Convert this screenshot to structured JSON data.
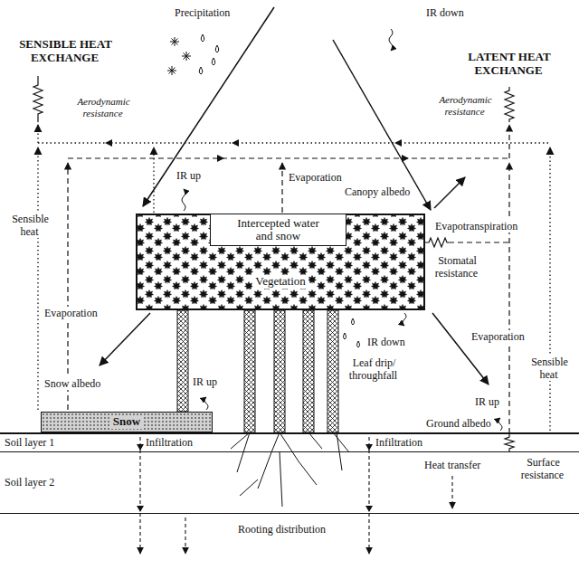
{
  "diagram": {
    "nodes": [
      {
        "text": [
          "Vegetation"
        ]
      },
      {
        "text": [
          "Intercepted water and snow"
        ],
        "in": 0
      },
      {
        "text": [
          "Snow"
        ]
      },
      {
        "text": [
          "Soil layer 1"
        ]
      },
      {
        "text": [
          "Soil layer 2"
        ]
      }
    ],
    "labels": [
      "Precipitation",
      "IR down",
      "SENSIBLE HEAT EXCHANGE",
      "LATENT HEAT EXCHANGE",
      "Aerodynamic resistance",
      "Aerodynamic resistance",
      "IR up",
      "Evaporation",
      "Canopy albedo",
      "Evapotranspiration",
      "Stomatal resistance",
      "Sensible heat",
      "Evaporation",
      "Snow albedo",
      "IR up",
      "Leaf drip/ throughfall",
      "IR down",
      "Evaporation",
      "Sensible heat",
      "IR up",
      "Ground albedo",
      "Infiltration",
      "Infiltration",
      "Surface resistance",
      "Heat transfer",
      "Rooting distribution"
    ]
  }
}
